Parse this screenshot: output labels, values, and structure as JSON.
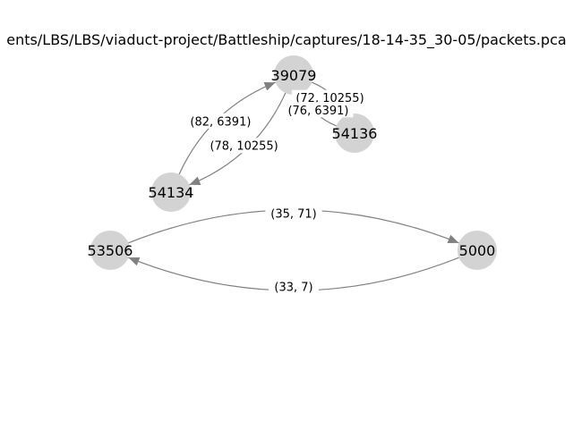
{
  "title": "ents/LBS/LBS/viaduct-project/Battleship/captures/18-14-35_30-05/packets.pca",
  "nodes": [
    {
      "id": "39079",
      "label": "39079"
    },
    {
      "id": "54136",
      "label": "54136"
    },
    {
      "id": "54134",
      "label": "54134"
    },
    {
      "id": "53506",
      "label": "53506"
    },
    {
      "id": "5000",
      "label": "5000"
    }
  ],
  "edges": [
    {
      "source": "39079",
      "target": "54134",
      "label": "(78, 10255)"
    },
    {
      "source": "54134",
      "target": "39079",
      "label": "(82, 6391)"
    },
    {
      "source": "39079",
      "target": "54136",
      "label": "(72, 10255)"
    },
    {
      "source": "54136",
      "target": "39079",
      "label": "(76, 6391)"
    },
    {
      "source": "5000",
      "target": "53506",
      "label": "(33, 7)"
    },
    {
      "source": "53506",
      "target": "5000",
      "label": "(35, 71)"
    }
  ]
}
